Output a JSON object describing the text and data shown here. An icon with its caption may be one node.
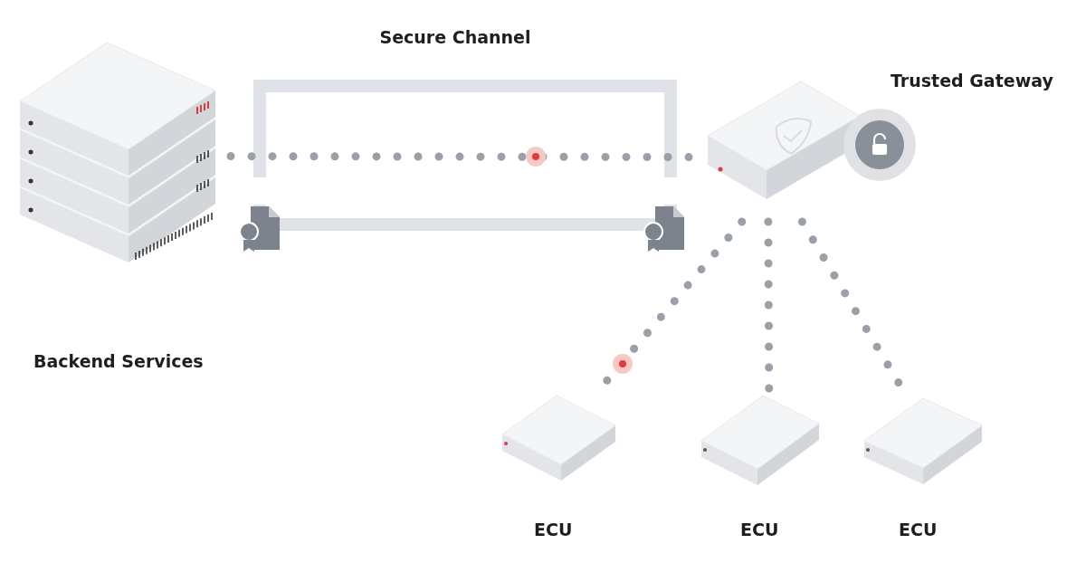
{
  "diagram": {
    "nodes": [
      {
        "text": [
          "Backend Services"
        ]
      },
      {
        "text": [
          "Trusted Gateway"
        ]
      },
      {
        "text": [
          "ECU"
        ]
      },
      {
        "text": [
          "ECU"
        ]
      },
      {
        "text": [
          "ECU"
        ]
      }
    ],
    "edges": [
      {
        "from": 0,
        "to": 1,
        "arrow": "none",
        "style": "dashed"
      },
      {
        "from": 1,
        "to": 2,
        "arrow": "none",
        "style": "dashed"
      },
      {
        "from": 1,
        "to": 3,
        "arrow": "none",
        "style": "dashed"
      },
      {
        "from": 1,
        "to": 4,
        "arrow": "none",
        "style": "dashed"
      }
    ],
    "labels": [
      "Secure Channel"
    ]
  }
}
